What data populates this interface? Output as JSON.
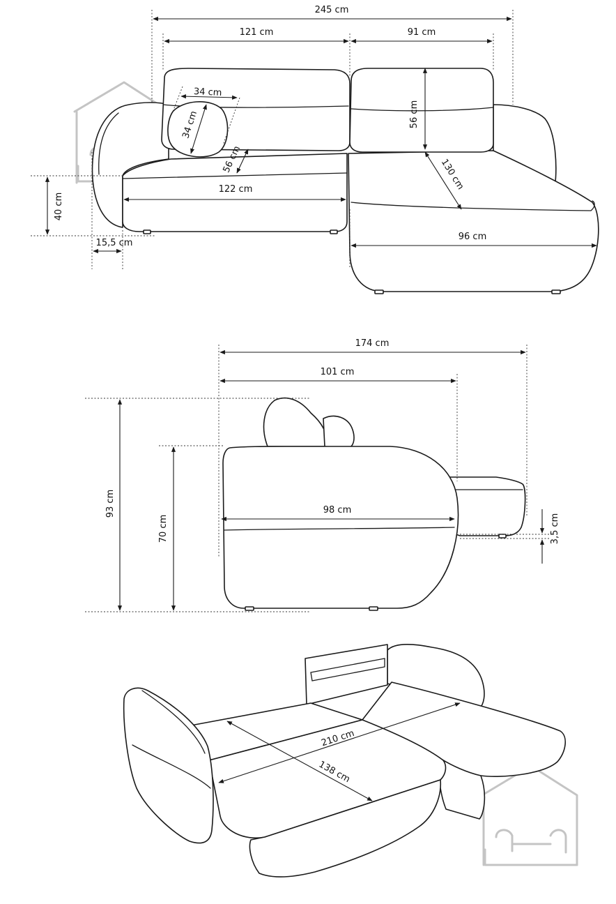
{
  "top_view": {
    "width_total": "245 cm",
    "width_left": "121 cm",
    "width_right": "91 cm",
    "pillow_width": "34 cm",
    "pillow_height": "34 cm",
    "back_depth_left": "56 cm",
    "back_height_right": "56 cm",
    "chaise_diagonal": "130 cm",
    "seat_width": "122 cm",
    "seat_height": "40 cm",
    "armrest_width": "15,5 cm",
    "chaise_width": "96 cm"
  },
  "side_view": {
    "depth_total": "174 cm",
    "depth_seat": "101 cm",
    "height_total": "93 cm",
    "height_back": "70 cm",
    "seat_depth": "98 cm",
    "clearance": "3,5 cm"
  },
  "bed_view": {
    "length": "210 cm",
    "width": "138 cm"
  },
  "colors": {
    "line": "#1a1a1a",
    "watermark": "#c4c4c4"
  },
  "icons": [
    "house-sofa-watermark-icon"
  ]
}
